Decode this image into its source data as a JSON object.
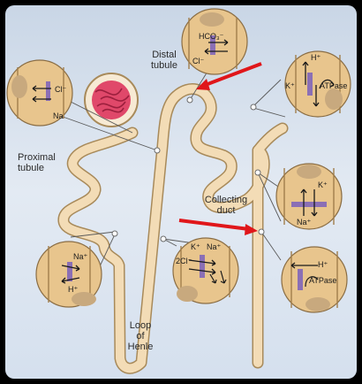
{
  "labels": {
    "distal": [
      "Distal",
      "tubule"
    ],
    "proximal": [
      "Proximal",
      "tubule"
    ],
    "collecting": [
      "Collecting",
      "duct"
    ],
    "loop": [
      "Loop",
      "of",
      "Henle"
    ]
  },
  "callouts": {
    "proximal_top": [
      "Cl⁻",
      "Na"
    ],
    "distal_top": [
      "HCO₃⁻",
      "Cl⁻"
    ],
    "right_top": [
      "H⁺",
      "K⁺",
      "ATPase"
    ],
    "right_mid": [
      "K⁺",
      "Na⁺"
    ],
    "left_bottom": [
      "Na⁺",
      "H⁺"
    ],
    "loop_mid": [
      "K⁺",
      "Na⁺",
      "2Cl⁻"
    ],
    "right_bottom": [
      "H⁺",
      "ATPase"
    ]
  },
  "colors": {
    "tubule": "#f3dcb6",
    "tubule_outline": "#a88a5a",
    "cell": "#e8c58d",
    "nucleus": "#c8a97e",
    "transporter": "#8b6fb5",
    "arrow_red": "#e0161a",
    "background": "#dde6f1"
  }
}
